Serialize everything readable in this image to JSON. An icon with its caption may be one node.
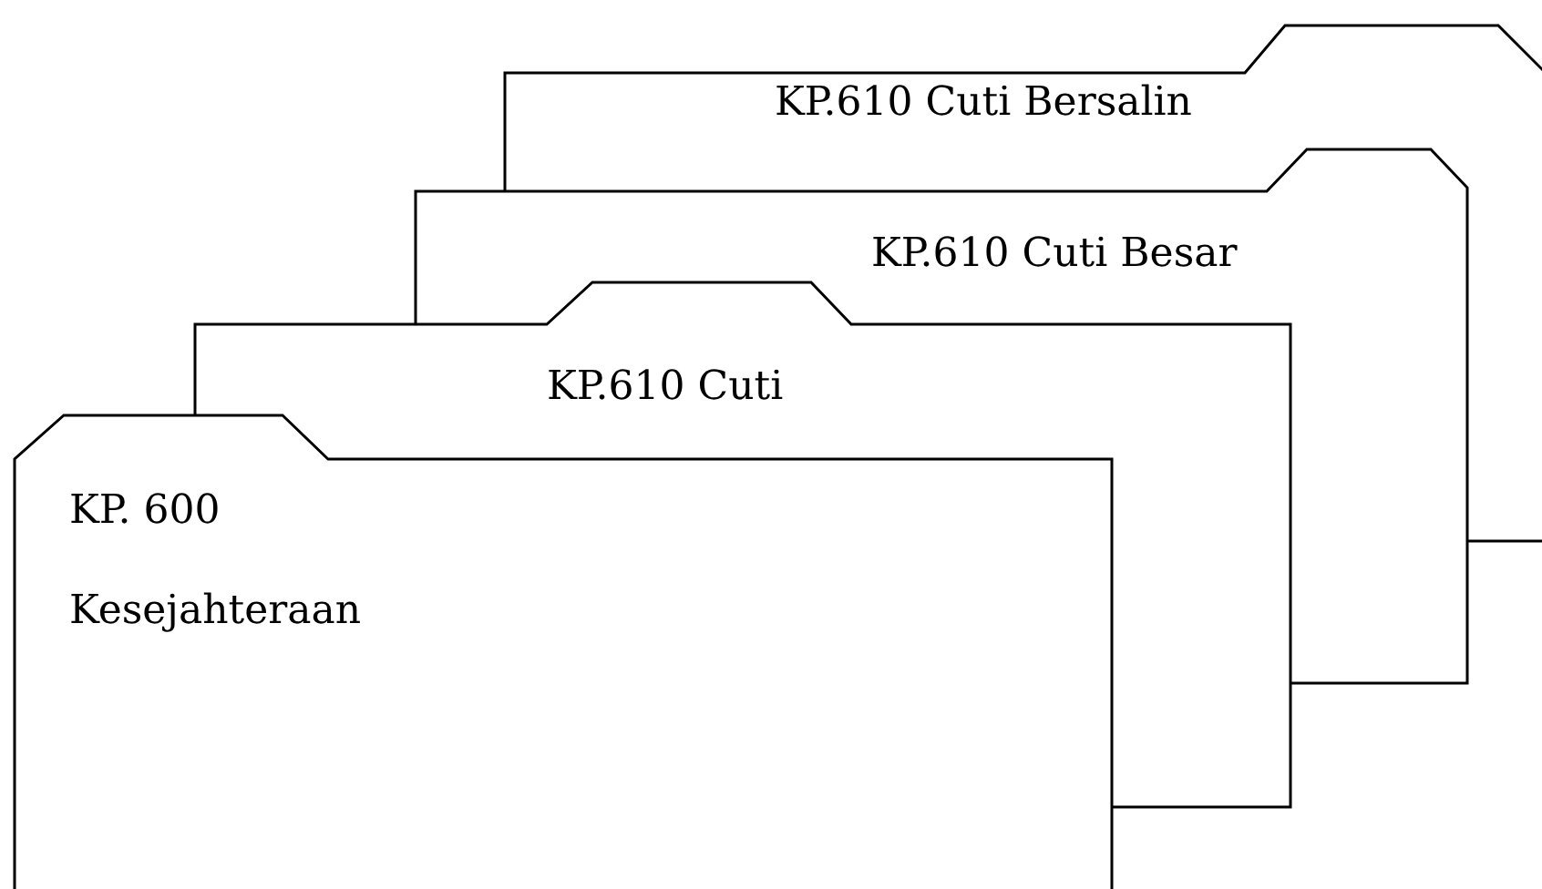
{
  "diagram": {
    "nodes": [
      {
        "text": [
          "KP.610 Cuti Bersalin"
        ]
      },
      {
        "text": [
          "KP.610 Cuti Besar"
        ]
      },
      {
        "text": [
          "KP.610 Cuti"
        ]
      },
      {
        "text": [
          "KP. 600",
          "Kesejahteraan"
        ]
      }
    ]
  }
}
